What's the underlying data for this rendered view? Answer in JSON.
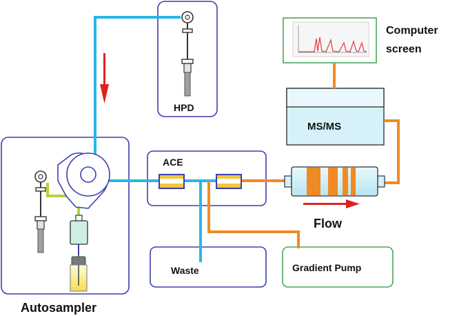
{
  "labels": {
    "hpd": "HPD",
    "autosampler": "Autosampler",
    "ace": "ACE",
    "waste": "Waste",
    "msms": "MS/MS",
    "gradient_pump": "Gradient Pump",
    "computer_line1": "Computer",
    "computer_line2": "screen",
    "flow": "Flow"
  },
  "colors": {
    "blue_line": "#29b6e6",
    "orange_line": "#f08a24",
    "green_line": "#b5d334",
    "box_border_blue": "#3b3fae",
    "box_border_green": "#4aa55a",
    "ms_fill": "#d6f2f8",
    "arrow_red": "#e02020",
    "column_fill": "#cfeff7",
    "column_band": "#f08a24"
  },
  "icons": [
    "syringe-icon",
    "injection-valve-icon",
    "sample-vial-icon",
    "filter-cartridge-icon",
    "chromatogram-icon",
    "flow-arrow-icon",
    "down-arrow-icon"
  ]
}
